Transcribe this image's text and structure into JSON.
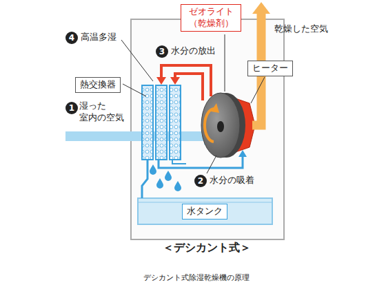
{
  "diagram": {
    "title": "＜デシカント式＞",
    "caption": "デシカント式除湿乾燥機の原理",
    "nodes": [
      {
        "text": [
          "ゼオライト （乾燥剤）"
        ]
      },
      {
        "text": [
          "ヒーター"
        ]
      },
      {
        "text": [
          "熱交換器"
        ]
      },
      {
        "text": [
          "水タンク"
        ]
      }
    ],
    "labels": [
      "4",
      "高温多湿",
      "3",
      "水分の放出",
      "乾燥した空気",
      "1",
      "湿った 室内の空気",
      "2",
      "水分の吸着"
    ]
  }
}
